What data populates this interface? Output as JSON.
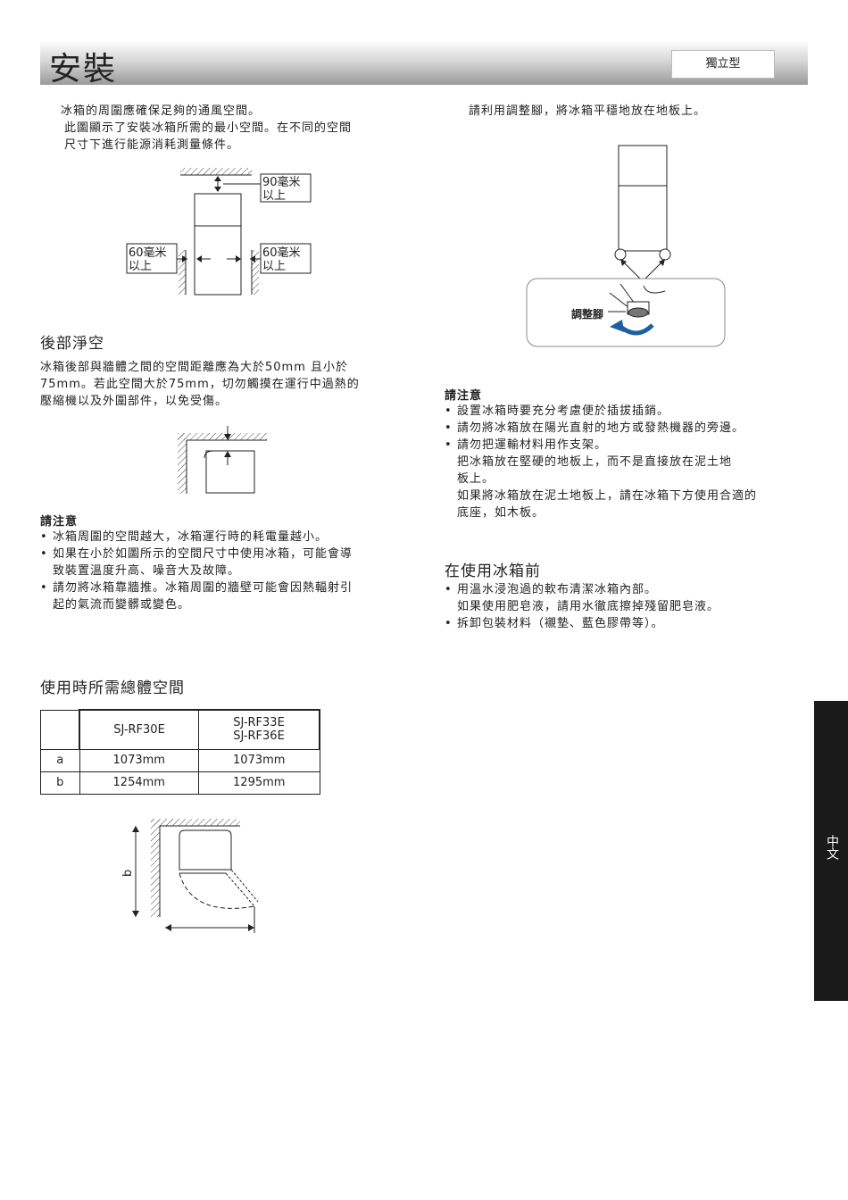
{
  "header": {
    "title": "安裝",
    "badge": "獨立型"
  },
  "intro": {
    "line1": "冰箱的周圍應確保足夠的通風空間。",
    "line2": "此圖顯示了安裝冰箱所需的最小空間。在不同的空間",
    "line3": "尺寸下進行能源消耗測量條件。"
  },
  "diagram1": {
    "top": "90毫米",
    "top2": "以上",
    "left": "60毫米",
    "left2": "以上",
    "right": "60毫米",
    "right2": "以上"
  },
  "rear": {
    "title": "後部淨空",
    "line1": "冰箱後部與牆體之間的空間距離應為大於50mm 且小於",
    "line2": "75mm。若此空間大於75mm，切勿觸摸在運行中過熱的",
    "line3": "壓縮機以及外圍部件，以免受傷。"
  },
  "note1": {
    "title": "請注意",
    "items": [
      {
        "l1": "冰箱周圍的空間越大，冰箱運行時的耗電量越小。"
      },
      {
        "l1": "如果在小於如圖所示的空間尺寸中使用冰箱，可能會導",
        "l2": "致裝置溫度升高、噪音大及故障。"
      },
      {
        "l1": "請勿將冰箱靠牆推。冰箱周圍的牆壁可能會因熱輻射引",
        "l2": "起的氣流而變髒或變色。"
      }
    ]
  },
  "space": {
    "title": "使用時所需總體空間",
    "table": {
      "col1": "SJ-RF30E",
      "col2a": "SJ-RF33E",
      "col2b": "SJ-RF36E",
      "rows": [
        {
          "label": "a",
          "v1": "1073mm",
          "v2": "1073mm"
        },
        {
          "label": "b",
          "v1": "1254mm",
          "v2": "1295mm"
        }
      ]
    },
    "diagram_label": "b"
  },
  "level": {
    "text": "請利用調整腳，將冰箱平穩地放在地板上。",
    "foot_label": "調整腳"
  },
  "note2": {
    "title": "請注意",
    "items": [
      {
        "l1": "設置冰箱時要充分考慮便於插拔插銷。"
      },
      {
        "l1": "請勿將冰箱放在陽光直射的地方或發熱機器的旁邊。"
      },
      {
        "l1": "請勿把運輸材料用作支架。",
        "l2": "把冰箱放在堅硬的地板上，而不是直接放在泥土地",
        "l3": "板上。",
        "l4": "如果將冰箱放在泥土地板上，請在冰箱下方使用合適的",
        "l5": "底座，如木板。"
      }
    ]
  },
  "before": {
    "title": "在使用冰箱前",
    "items": [
      {
        "l1": "用溫水浸泡過的軟布清潔冰箱內部。",
        "l2": "如果使用肥皂液，請用水徹底擦掉殘留肥皂液。"
      },
      {
        "l1": "拆卸包裝材料（襯墊、藍色膠帶等）。"
      }
    ]
  },
  "side_tab": {
    "text": "中文"
  }
}
